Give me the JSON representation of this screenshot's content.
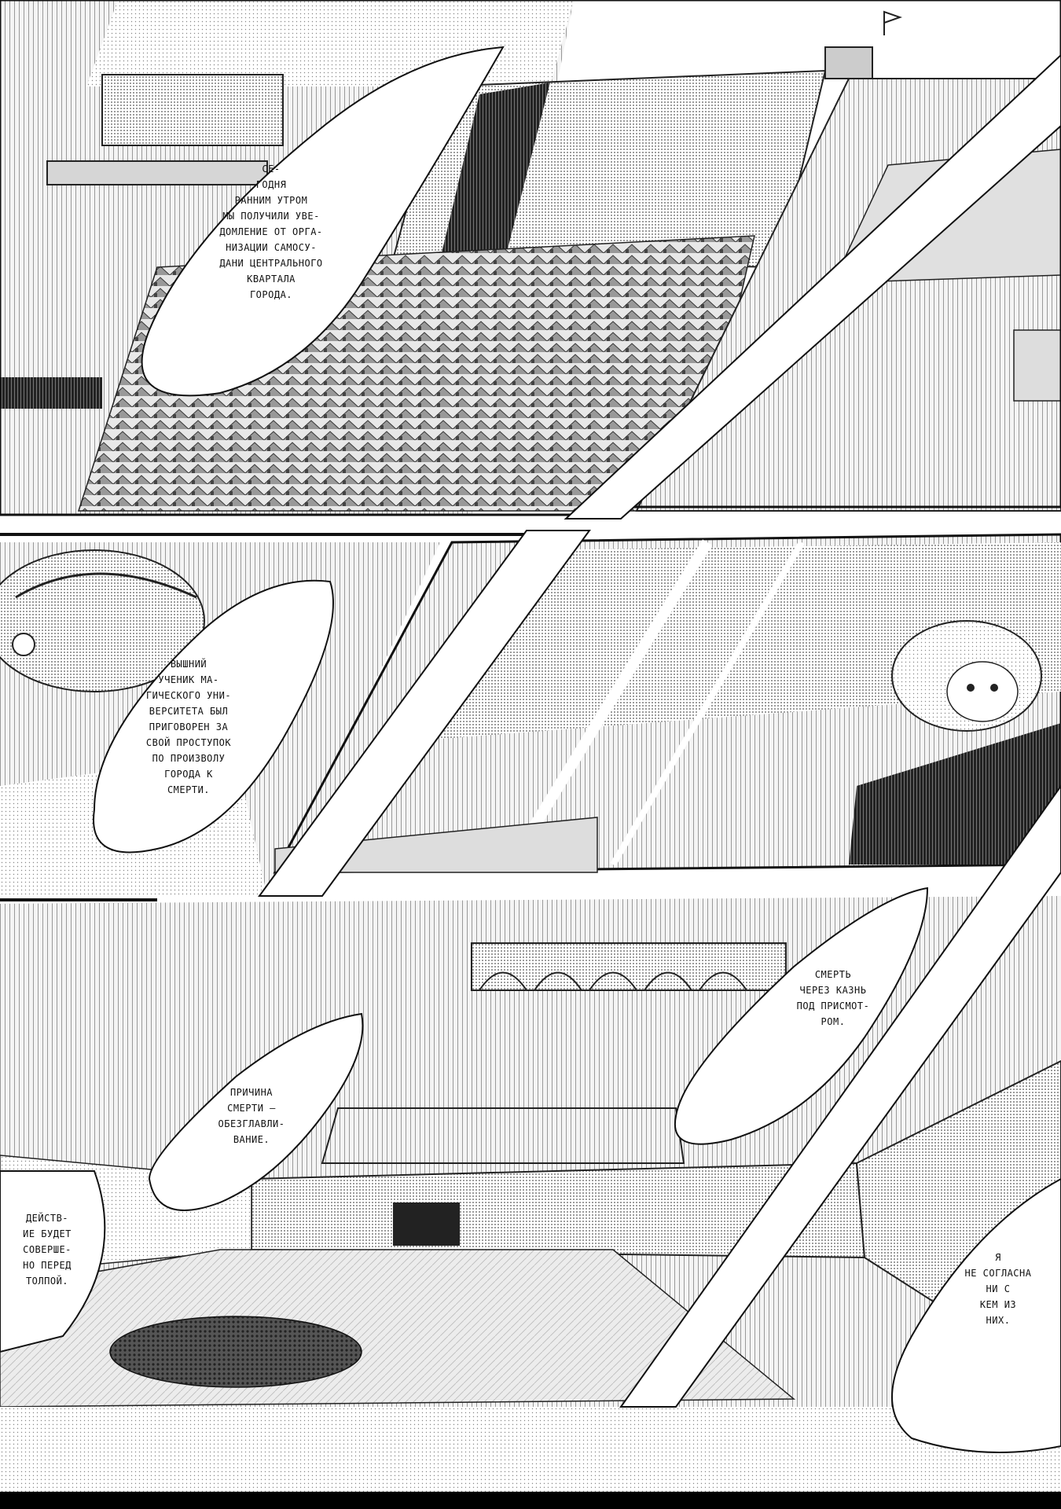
{
  "page": {
    "background": "#ffffff",
    "ink": "#111111"
  },
  "panels": [
    {
      "id": "panel-1",
      "scene": "fortress-city-view"
    },
    {
      "id": "panel-2",
      "scene": "elder-portrait"
    },
    {
      "id": "panel-3",
      "scene": "hooded-girl-portrait"
    },
    {
      "id": "panel-4",
      "scene": "execution-square"
    }
  ],
  "bubbles": {
    "b1": [
      "СЕ-",
      "ГОДНЯ",
      "РАННИМ УТРОМ",
      "МЫ ПОЛУЧИЛИ УВЕ-",
      "ДОМЛЕНИЕ ОТ ОРГА-",
      "НИЗАЦИИ САМОСУ-",
      "ДАНИ ЦЕНТРАЛЬНОГО",
      "КВАРТАЛА",
      "ГОРОДА."
    ],
    "b2": [
      "ВЫШНИЙ",
      "УЧЕНИК МА-",
      "ГИЧЕСКОГО УНИ-",
      "ВЕРСИТЕТА БЫЛ",
      "ПРИГОВОРЕН ЗА",
      "СВОЙ ПРОСТУПОК",
      "ПО ПРОИЗВОЛУ",
      "ГОРОДА К",
      "СМЕРТИ."
    ],
    "b3": [
      "СМЕРТЬ",
      "ЧЕРЕЗ КАЗНЬ",
      "ПОД ПРИСМОТ-",
      "РОМ."
    ],
    "b4": [
      "ПРИЧИНА",
      "СМЕРТИ —",
      "ОБЕЗГЛАВЛИ-",
      "ВАНИЕ."
    ],
    "b5": [
      "ДЕЙСТВ-",
      "ИЕ БУДЕТ",
      "СОВЕРШЕ-",
      "НО ПЕРЕД",
      "ТОЛПОЙ."
    ],
    "b6": [
      "Я",
      "НЕ СОГЛАСНА",
      "НИ С",
      "КЕМ ИЗ",
      "НИХ."
    ]
  },
  "icons": {
    "flag": "flag-icon"
  }
}
